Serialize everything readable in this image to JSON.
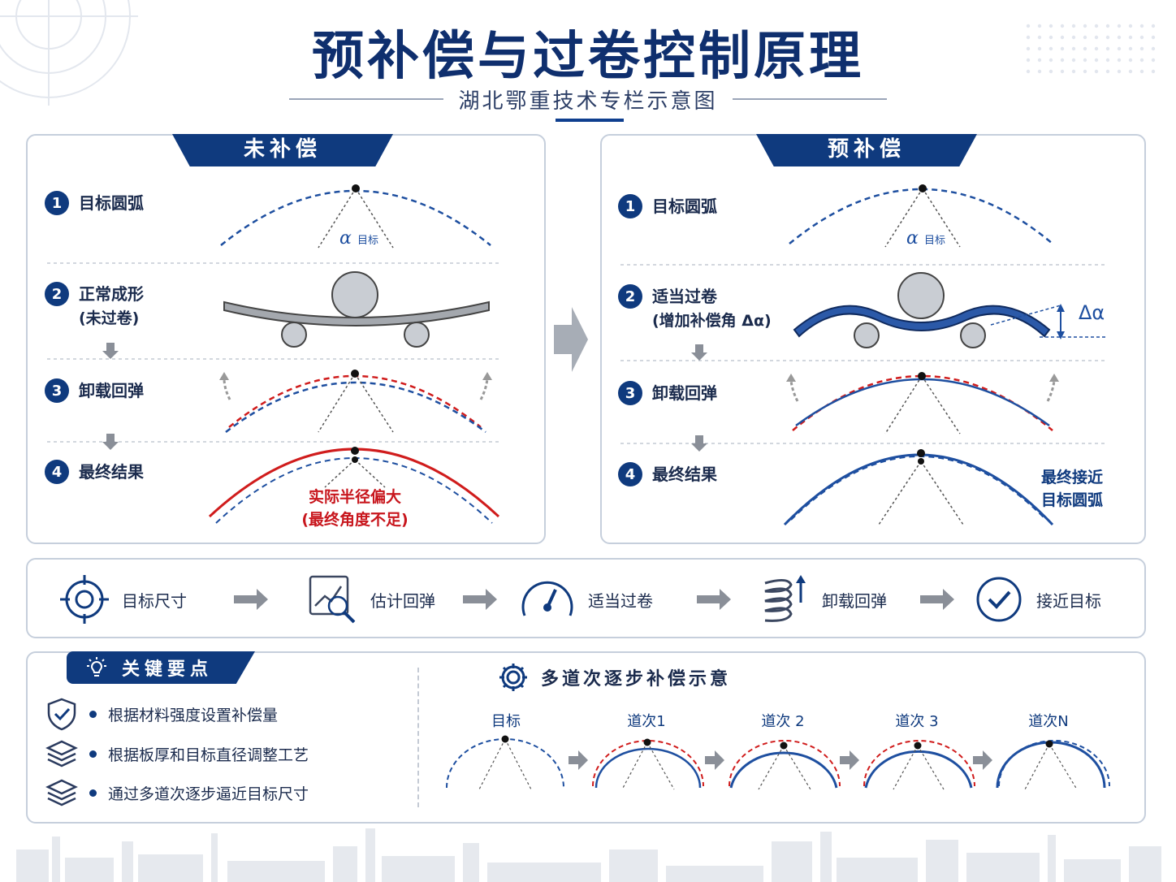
{
  "header": {
    "title": "预补偿与过卷控制原理",
    "subtitle": "湖北鄂重技术专栏示意图"
  },
  "left_panel": {
    "tab": "未补偿",
    "steps": [
      {
        "num": "1",
        "label": "目标圆弧"
      },
      {
        "num": "2",
        "label": "正常成形",
        "sub": "(未过卷)"
      },
      {
        "num": "3",
        "label": "卸载回弹"
      },
      {
        "num": "4",
        "label": "最终结果"
      }
    ],
    "alpha_label": "α",
    "alpha_sub": "目标",
    "result_note_line1": "实际半径偏大",
    "result_note_line2": "(最终角度不足)"
  },
  "right_panel": {
    "tab": "预补偿",
    "steps": [
      {
        "num": "1",
        "label": "目标圆弧"
      },
      {
        "num": "2",
        "label": "适当过卷",
        "sub": "(增加补偿角 Δα)"
      },
      {
        "num": "3",
        "label": "卸载回弹"
      },
      {
        "num": "4",
        "label": "最终结果"
      }
    ],
    "alpha_label": "α",
    "alpha_sub": "目标",
    "delta_label": "Δα",
    "result_note_line1": "最终接近",
    "result_note_line2": "目标圆弧"
  },
  "process_flow": [
    {
      "label": "目标尺寸",
      "icon": "target-icon"
    },
    {
      "label": "估计回弹",
      "icon": "analysis-icon"
    },
    {
      "label": "适当过卷",
      "icon": "gauge-icon"
    },
    {
      "label": "卸载回弹",
      "icon": "spring-icon"
    },
    {
      "label": "接近目标",
      "icon": "check-circle-icon"
    }
  ],
  "key_points": {
    "title": "关键要点",
    "items": [
      {
        "text": "根据材料强度设置补偿量",
        "icon": "shield-check-icon"
      },
      {
        "text": "根据板厚和目标直径调整工艺",
        "icon": "layers-icon"
      },
      {
        "text": "通过多道次逐步逼近目标尺寸",
        "icon": "layers-refresh-icon"
      }
    ]
  },
  "multi_pass": {
    "title": "多道次逐步补偿示意",
    "passes": [
      "目标",
      "道次1",
      "道次 2",
      "道次 3",
      "道次N"
    ]
  },
  "colors": {
    "navy": "#0f3a7e",
    "red": "#d01c1c",
    "gray_arrow": "#8a8f98"
  }
}
